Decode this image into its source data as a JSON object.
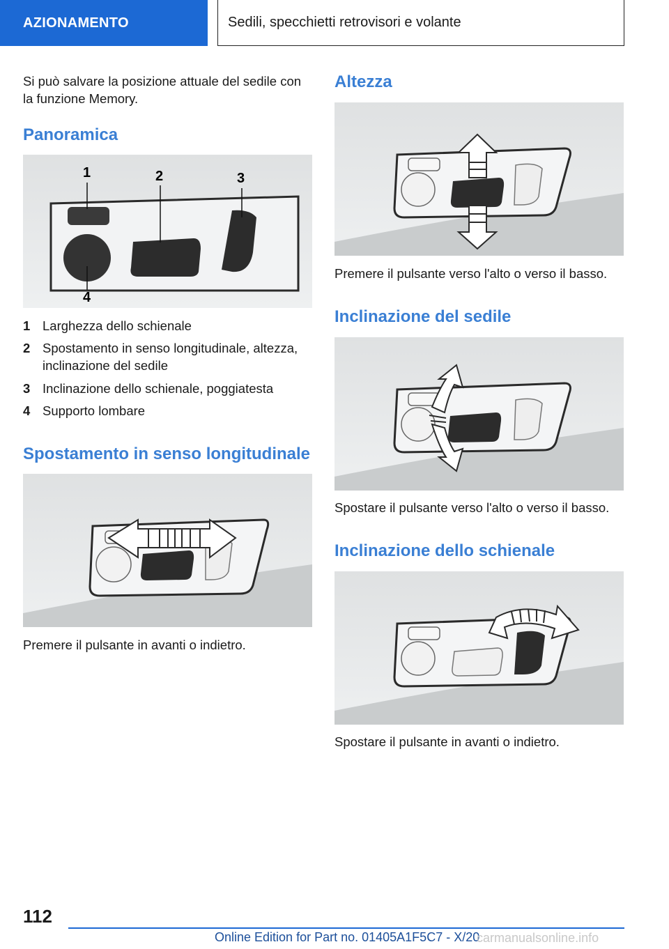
{
  "header": {
    "section": "AZIONAMENTO",
    "chapter": "Sedili, specchietti retrovisori e volante"
  },
  "left": {
    "intro": "Si può salvare la posizione attuale del sedile con la funzione Memory.",
    "overview_heading": "Panoramica",
    "overview_labels": [
      "1",
      "2",
      "3",
      "4"
    ],
    "overview_items": [
      {
        "num": "1",
        "text": "Larghezza dello schienale"
      },
      {
        "num": "2",
        "text": "Spostamento in senso longitudinale, altezza, inclinazione del sedile"
      },
      {
        "num": "3",
        "text": "Inclinazione dello schienale, poggiatesta"
      },
      {
        "num": "4",
        "text": "Supporto lombare"
      }
    ],
    "longitudinal_heading": "Spostamento in senso longitudinale",
    "longitudinal_caption": "Premere il pulsante in avanti o indietro."
  },
  "right": {
    "height_heading": "Altezza",
    "height_caption": "Premere il pulsante verso l'alto o verso il basso.",
    "tilt_heading": "Inclinazione del sedile",
    "tilt_caption": "Spostare il pulsante verso l'alto o verso il basso.",
    "backrest_heading": "Inclinazione dello schienale",
    "backrest_caption": "Spostare il pulsante in avanti o indietro."
  },
  "footer": {
    "page_number": "112",
    "edition": "Online Edition for Part no. 01405A1F5C7 - X/20",
    "watermark": "carmanualsonline.info"
  },
  "colors": {
    "accent": "#1c69d4",
    "heading": "#3a7fd4"
  }
}
